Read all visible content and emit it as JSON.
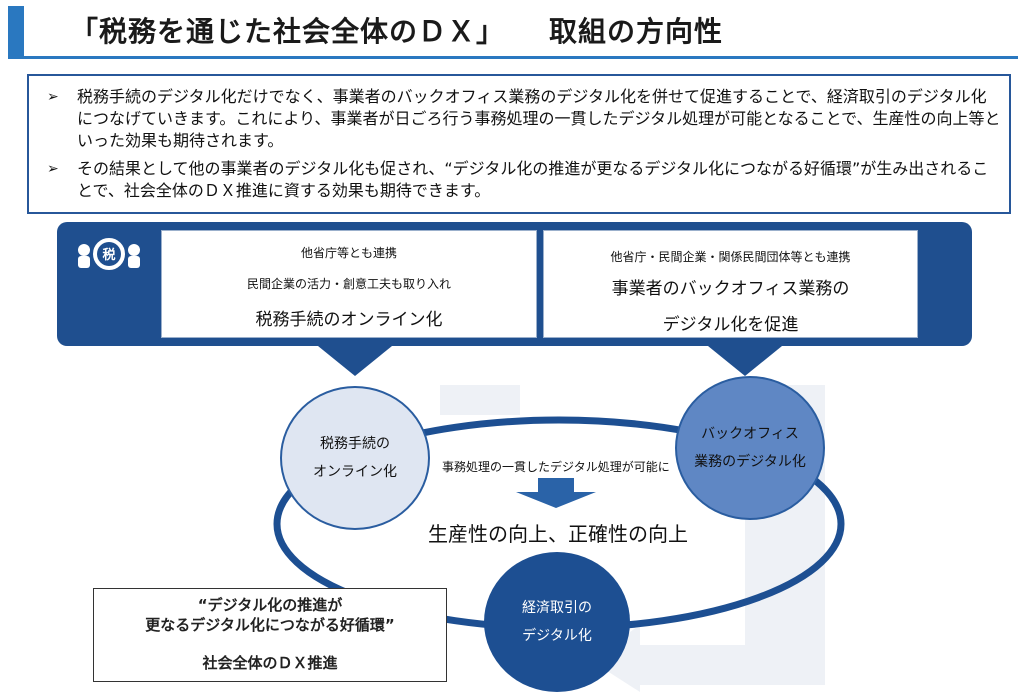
{
  "header": {
    "title_main": "「税務を通じた社会全体のＤＸ」",
    "title_sub": "取組の方向性"
  },
  "summary": {
    "bullets": [
      "税務手続のデジタル化だけでなく、事業者のバックオフィス業務のデジタル化を併せて促進することで、経済取引のデジタル化につなげていきます。これにより、事業者が日ごろ行う事務処理の一貫したデジタル処理が可能となることで、生産性の向上等といった効果も期待されます。",
      "その結果として他の事業者のデジタル化も促され、“デジタル化の推進が更なるデジタル化につながる好循環”が生み出されることで、社会全体のＤＸ推進に資する効果も期待できます。"
    ],
    "bullet_mark": "➢"
  },
  "top_cards": {
    "logo_glyph": "税",
    "left": {
      "note_line1": "他省庁等とも連携",
      "note_line2": "民間企業の活力・創意工夫も取り入れ",
      "heading": "税務手続のオンライン化"
    },
    "right": {
      "note_line1": "他省庁・民間企業・関係民間団体等とも連携",
      "heading_line1": "事業者のバックオフィス業務の",
      "heading_line2": "デジタル化を促進"
    }
  },
  "cycle": {
    "node_online": {
      "line1": "税務手続の",
      "line2": "オンライン化"
    },
    "node_backoffice": {
      "line1": "バックオフィス",
      "line2": "業務のデジタル化"
    },
    "node_econ": {
      "line1": "経済取引の",
      "line2": "デジタル化"
    },
    "ring_caption": "事務処理の一貫したデジタル処理が可能に",
    "result": "生産性の向上、正確性の向上"
  },
  "virtuous_cycle": {
    "quote_line1": "“デジタル化の推進が",
    "quote_line2": "更なるデジタル化につながる好循環”",
    "outcome": "社会全体のＤＸ推進"
  },
  "colors": {
    "accent": "#2a78c0",
    "navy": "#1f4f8f",
    "mid_blue": "#5f87c4",
    "light_blue": "#dfe6f2"
  }
}
